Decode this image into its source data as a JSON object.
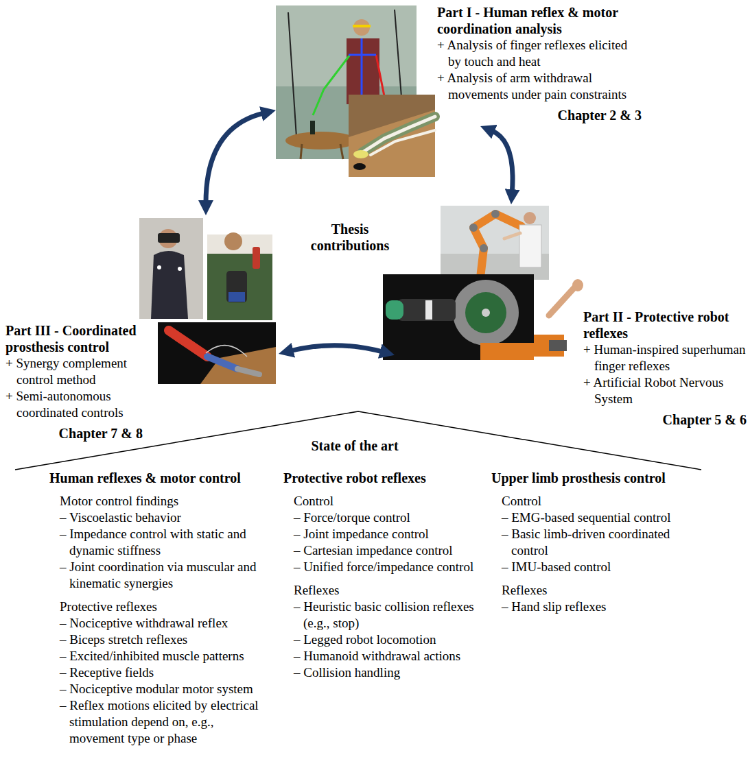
{
  "diagram": {
    "nodes": [
      {
        "text": [
          "Part I - Human reflex & motor coordination analysis",
          "+ Analysis of finger reflexes elicited by touch and heat",
          "+ Analysis of arm withdrawal movements under pain constraints",
          "Chapter 2 & 3"
        ]
      },
      {
        "text": [
          "Part II - Protective robot reflexes",
          "+ Human-inspired superhuman finger reflexes",
          "+ Artificial Robot Nervous System",
          "Chapter 5 & 6"
        ]
      },
      {
        "text": [
          "Part III - Coordinated prosthesis control",
          "+ Synergy complement control method",
          "+ Semi-autonomous coordinated controls",
          "Chapter 7 & 8"
        ]
      }
    ],
    "edges": [
      {
        "from": 0,
        "to": 2,
        "arrow": "both"
      },
      {
        "from": 0,
        "to": 1,
        "arrow": "both"
      },
      {
        "from": 1,
        "to": 2,
        "arrow": "both"
      }
    ],
    "labels": [
      "Thesis contributions",
      "State of the art",
      "Human reflexes & motor control",
      "Motor control findings",
      "– Viscoelastic behavior",
      "– Impedance control with static and dynamic stiffness",
      "– Joint coordination via muscular and kinematic synergies",
      "Protective reflexes",
      "– Nociceptive withdrawal reflex",
      "– Biceps stretch reflexes",
      "– Excited/inhibited muscle patterns",
      "– Receptive fields",
      "– Nociceptive modular motor system",
      "– Reflex motions elicited by electrical stimulation depend on, e.g., movement type or phase",
      "Protective robot reflexes",
      "Control",
      "– Force/torque control",
      "– Joint impedance control",
      "– Cartesian impedance control",
      "– Unified force/impedance control",
      "Reflexes",
      "– Heuristic basic collision reflexes (e.g., stop)",
      "– Legged robot locomotion",
      "– Humanoid withdrawal actions",
      "– Collision handling",
      "Upper limb prosthesis control",
      "Control",
      "– EMG-based sequential control",
      "– Basic limb-driven coordinated control",
      "– IMU-based control",
      "Reflexes",
      "– Hand slip reflexes"
    ]
  }
}
